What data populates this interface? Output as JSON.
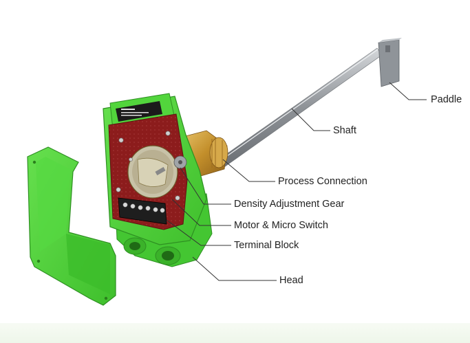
{
  "labels": {
    "paddle": "Paddle",
    "shaft": "Shaft",
    "process_connection": "Process Connection",
    "density_adjustment_gear": "Density Adjustment Gear",
    "motor_micro_switch": "Motor & Micro Switch",
    "terminal_block": "Terminal Block",
    "head": "Head"
  },
  "colors": {
    "housing_green": "#4fd23a",
    "housing_dark": "#2e9a22",
    "board_red": "#8c1c1c",
    "brass": "#c9962e",
    "shaft_gray": "#9a9ea3",
    "leader": "#333333"
  }
}
